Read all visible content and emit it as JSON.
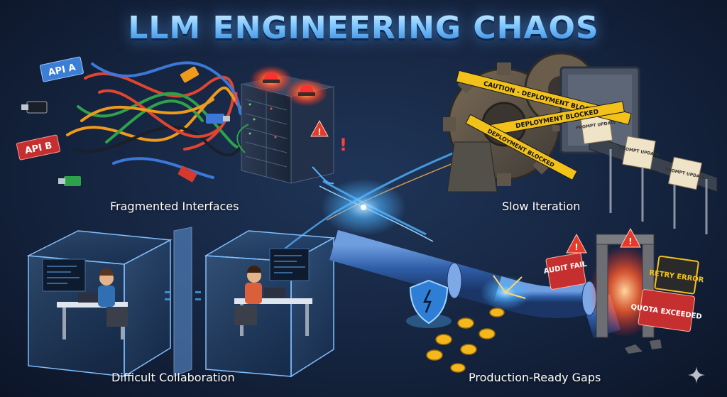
{
  "title": "LLM ENGINEERING CHAOS",
  "quadrants": {
    "top_left": {
      "caption": "Fragmented Interfaces",
      "labels": [
        "API A",
        "API B"
      ]
    },
    "top_right": {
      "caption": "Slow Iteration",
      "tape": "CAUTION - DEPLOYMENT BLOCKED",
      "tape_short": "DEPLOYMENT BLOCKED",
      "scroll_label": "PROMPT UPDATE"
    },
    "bottom_left": {
      "caption": "Difficult Collaboration"
    },
    "bottom_right": {
      "caption": "Production-Ready Gaps",
      "signs": [
        "AUDIT FAIL",
        "RETRY ERROR",
        "QUOTA EXCEEDED"
      ]
    }
  },
  "colors": {
    "background": "#15243f",
    "title_top": "#d9f1ff",
    "title_bottom": "#2f7fd6",
    "tape_yellow": "#f2c21a",
    "alert_red": "#e02a2a",
    "glow_blue": "#4fb3ff",
    "coin_gold": "#f4b81c"
  },
  "icons": [
    "cable-tangle-icon",
    "server-rack-icon",
    "siren-icon",
    "gear-icon",
    "conveyor-icon",
    "cubicle-icon",
    "pipe-icon",
    "shield-icon",
    "coin-icon",
    "warning-icon",
    "sparkle-icon"
  ]
}
